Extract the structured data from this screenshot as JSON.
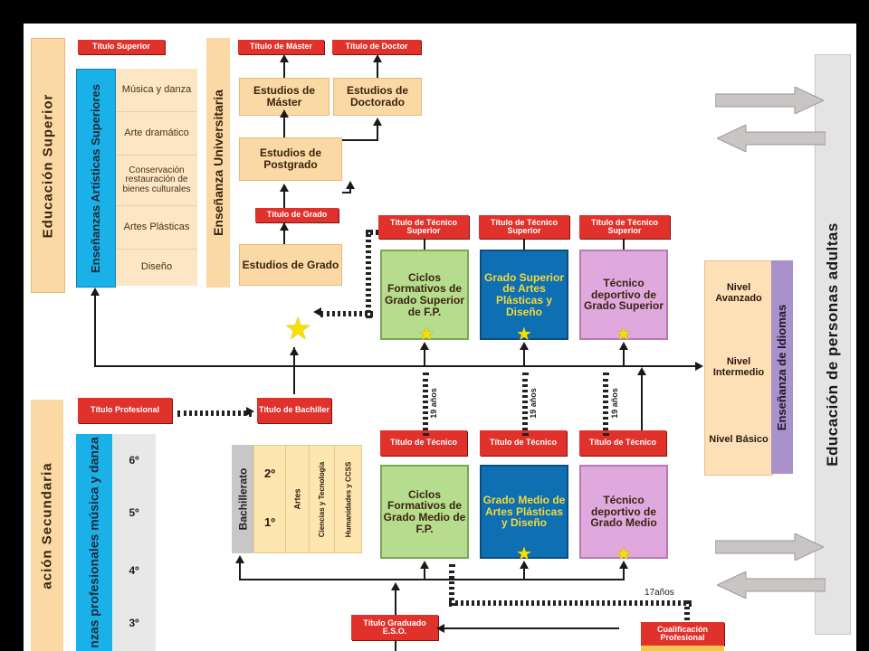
{
  "superior": {
    "section_label": "Educación Superior",
    "artisticas_label": "Enseñanzas Artísticas Superiores",
    "artisticas_tag": "Título Superior",
    "artisticas_items": [
      "Música y danza",
      "Arte dramático",
      "Conservación restauración de bienes culturales",
      "Artes Plásticas",
      "Diseño"
    ],
    "universitaria_label": "Enseñanza Universitaria",
    "master_tag": "Título de Máster",
    "doctor_tag": "Título de Doctor",
    "master_box": "Estudios de Máster",
    "doctor_box": "Estudios de Doctorado",
    "postgrado_box": "Estudios de Postgrado",
    "grado_tag": "Título de Grado",
    "grado_box": "Estudios de Grado",
    "tecnico_superior_tags": [
      "Título de Técnico Superior",
      "Título de Técnico Superior",
      "Título de Técnico Superior"
    ],
    "superior_boxes": [
      "Ciclos Formativos de Grado Superior de F.P.",
      "Grado Superior de Artes Plásticas y Diseño",
      "Técnico deportivo de Grado Superior"
    ]
  },
  "idiomas": {
    "label": "Enseñanza de Idiomas",
    "levels": [
      "Nivel Avanzado",
      "Nivel Intermedio",
      "Nivel Básico"
    ]
  },
  "adultos": {
    "label": "Educación de personas adultas"
  },
  "secundaria": {
    "section_label": "ación Secundaria",
    "profesionales_label": "nzas profesionales música y danza",
    "titulo_profesional_tag": "Título Profesional",
    "courses": [
      "6º",
      "5º",
      "4º",
      "3º"
    ],
    "bachiller_tag": "Título de Bachiller",
    "bachillerato_label": "Bachillerato",
    "bachillerato_years": [
      "2º",
      "1º"
    ],
    "bachillerato_modalities": [
      "Artes",
      "Ciencias y Tecnología",
      "Humanidades y CCSS"
    ],
    "tecnico_tags": [
      "Título de Técnico",
      "Título de Técnico",
      "Título de Técnico"
    ],
    "medio_boxes": [
      "Ciclos Formativos de Grado Medio de F.P.",
      "Grado Medio de Artes Plásticas y Diseño",
      "Técnico deportivo de Grado Medio"
    ],
    "age_19": [
      "19 años",
      "19 años",
      "19 años"
    ],
    "age_17": "17años",
    "eso_tag": "Título Graduado E.S.O.",
    "cualificacion_tag": "Cualificación Profesional"
  },
  "colors": {
    "title_tag": "#e0312b",
    "peach": "#fbd9a5",
    "green": "#b6dc8e",
    "blue": "#0e6fb3",
    "lilac": "#e0a9de",
    "cyan": "#1ab0e8",
    "grey": "#e4e4e4",
    "purple": "#a892c9"
  }
}
